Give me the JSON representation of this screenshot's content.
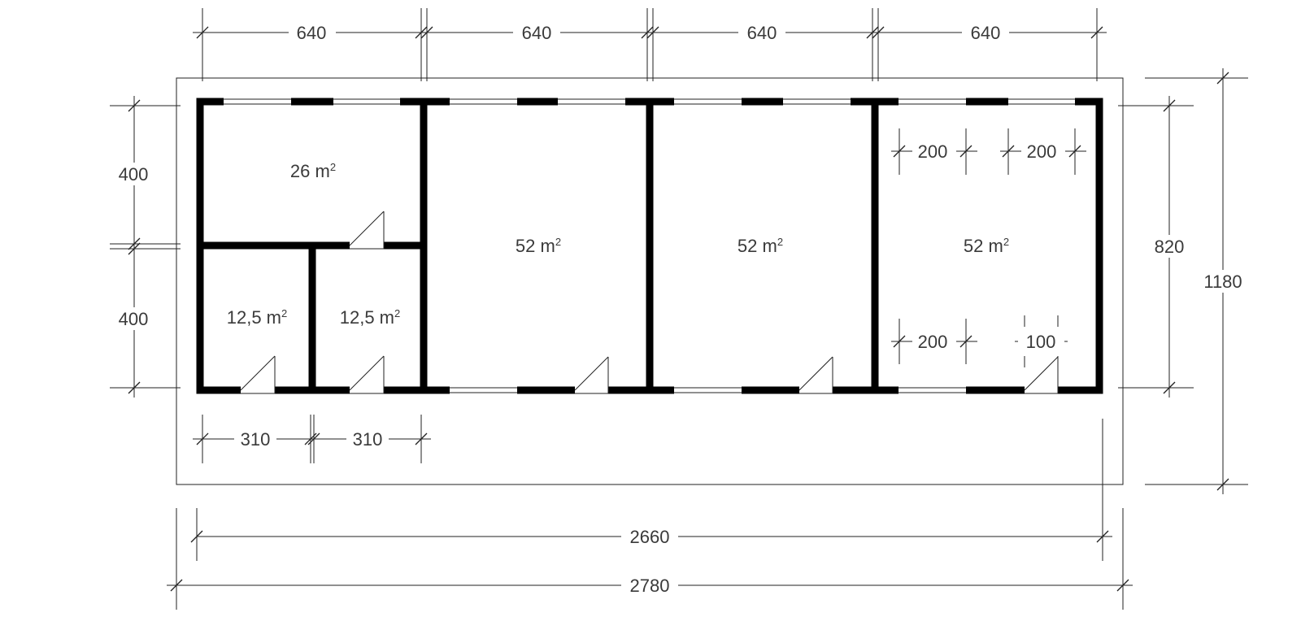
{
  "rooms": {
    "room_top_left": {
      "area": "26 m",
      "sup": "2"
    },
    "room_bottom_left_1": {
      "area": "12,5 m",
      "sup": "2"
    },
    "room_bottom_left_2": {
      "area": "12,5 m",
      "sup": "2"
    },
    "room_2": {
      "area": "52 m",
      "sup": "2"
    },
    "room_3": {
      "area": "52 m",
      "sup": "2"
    },
    "room_4": {
      "area": "52 m",
      "sup": "2"
    }
  },
  "dimensions": {
    "top": [
      "640",
      "640",
      "640",
      "640"
    ],
    "left": [
      "400",
      "400"
    ],
    "right_inner": "820",
    "right_outer": "1180",
    "bottom_small": [
      "310",
      "310"
    ],
    "bottom_inner": "2660",
    "bottom_outer": "2780",
    "room4_top": [
      "200",
      "200"
    ],
    "room4_bottom": "200",
    "room4_door": "100"
  }
}
